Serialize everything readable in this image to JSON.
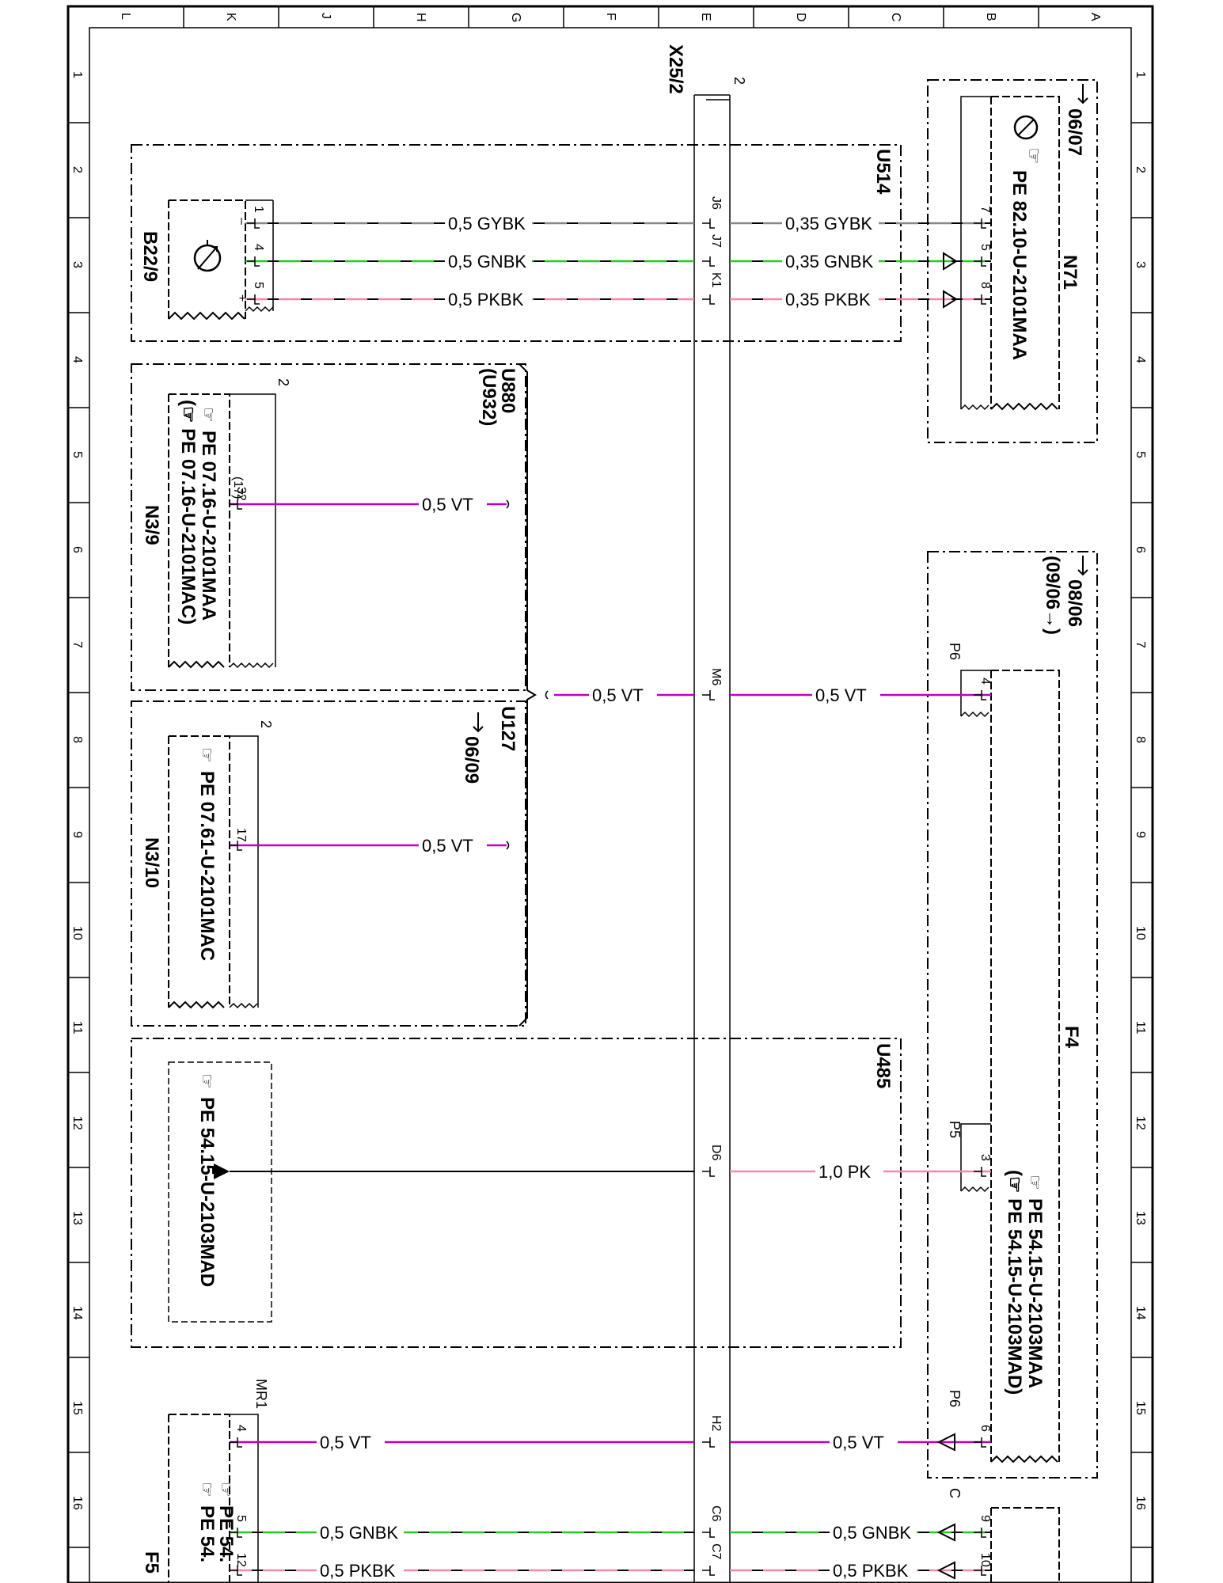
{
  "grid": {
    "columns": [
      "L",
      "K",
      "J",
      "H",
      "G",
      "F",
      "E",
      "D",
      "C",
      "B",
      "A"
    ],
    "rows": [
      "1",
      "2",
      "3",
      "4",
      "5",
      "6",
      "7",
      "8",
      "9",
      "10",
      "11",
      "12",
      "13",
      "14",
      "15",
      "16"
    ]
  },
  "connector": {
    "label": "X25/2",
    "pin": "2"
  },
  "colors": {
    "GYBK": "#888888",
    "GNBK": "#22cc22",
    "PKBK": "#f08aa8",
    "VT": "#c000c0",
    "PK": "#f08aa8",
    "frame": "#000000"
  },
  "boxes": {
    "U514": "U514",
    "N71": {
      "name": "N71",
      "date": "06/07",
      "ref": "PE 82.10-U-2101MAA"
    },
    "B22_9": "B22/9",
    "U880": "U880",
    "U932": "(U932)",
    "N3_9": {
      "name": "N3/9",
      "ref1": "PE 07.16-U-2101MAA",
      "ref2": "(☞ PE 07.16-U-2101MAC)"
    },
    "F4": {
      "name": "F4",
      "date1": "08/06",
      "date2": "(09/06→)",
      "ref1": "PE 54.15-U-2103MAA",
      "ref2": "(☞ PE 54.15-U-2103MAD)"
    },
    "U127": {
      "name": "U127",
      "date": "06/09"
    },
    "N3_10": {
      "name": "N3/10",
      "ref": "PE 07.61-U-2101MAC"
    },
    "U485": "U485",
    "PE5415": "PE 54.15-U-2103MAD",
    "F5_cut": "F5",
    "bottom_ref1": "PE 54.",
    "bottom_ref2": "PE 54."
  },
  "wires": {
    "w1": {
      "left": "0,5 GYBK",
      "right": "0,35 GYBK",
      "x25": "J6",
      "pinL": "1",
      "pinR": "7"
    },
    "w2": {
      "left": "0,5 GNBK",
      "right": "0,35 GNBK",
      "x25": "J7",
      "pinL": "4",
      "pinR": "5"
    },
    "w3": {
      "left": "0,5 PKBK",
      "right": "0,35 PKBK",
      "x25": "K1",
      "pinL": "5",
      "pinR": "8"
    },
    "w4": {
      "left": "0,5 VT",
      "pin": "32",
      "pin2": "(17)",
      "ctr": "2"
    },
    "w5": {
      "left": "0,5 VT",
      "right": "0,5 VT",
      "x25": "M6",
      "pinR": "4",
      "con": "P6"
    },
    "w6": {
      "left": "0,5 VT",
      "pin": "17",
      "ctr": "2"
    },
    "w7": {
      "right": "1,0 PK",
      "x25": "D6",
      "pinR": "3",
      "con": "P5"
    },
    "w8": {
      "left": "0,5 VT",
      "right": "0,5 VT",
      "x25": "H2",
      "pinL": "4",
      "pinR": "6",
      "conL": "MR1",
      "conR": "P6"
    },
    "w9": {
      "left": "0,5 GNBK",
      "right": "0,5 GNBK",
      "x25": "C6",
      "pinL": "5",
      "pinR": "9",
      "conR": "C"
    },
    "w10": {
      "left": "0,5 PKBK",
      "right": "0,5 PKBK",
      "x25": "C7",
      "pinL": "12",
      "pinR": "10"
    }
  },
  "pins": {
    "minus": "–",
    "plus": "+"
  }
}
